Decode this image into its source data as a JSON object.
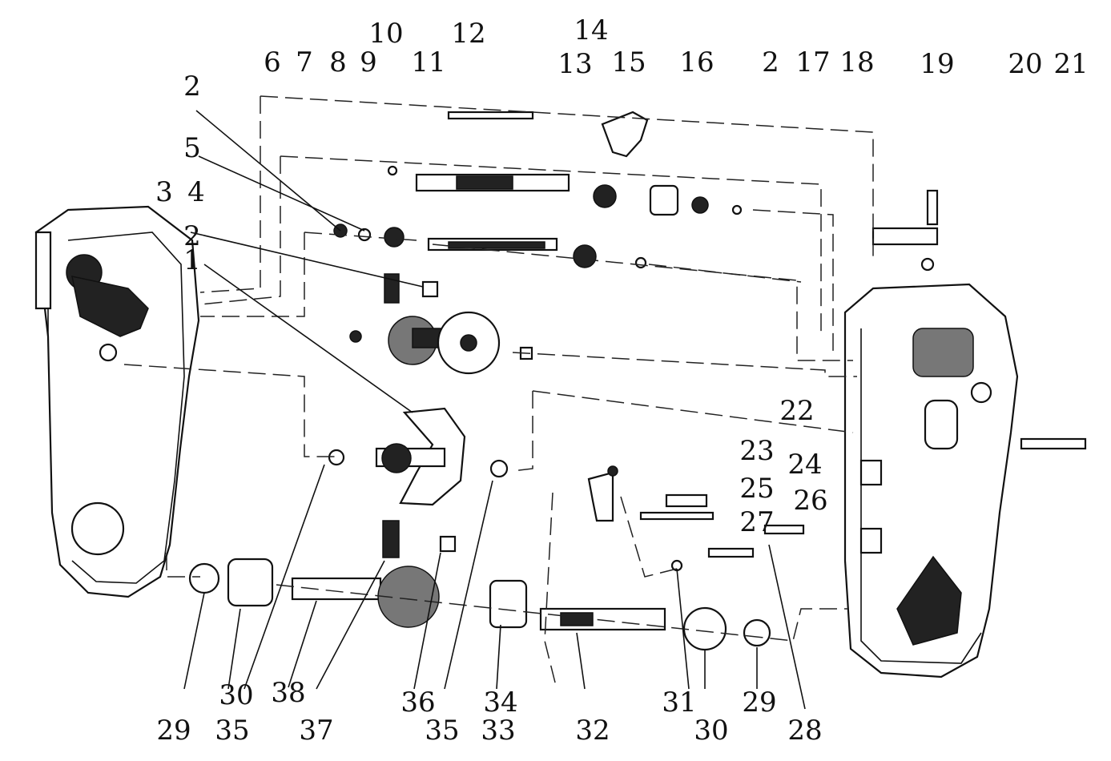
{
  "diagram": {
    "callouts": [
      "1",
      "2",
      "3",
      "4",
      "5",
      "6",
      "7",
      "8",
      "9",
      "10",
      "11",
      "12",
      "13",
      "14",
      "15",
      "16",
      "17",
      "18",
      "19",
      "20",
      "21",
      "22",
      "23",
      "24",
      "25",
      "26",
      "27",
      "28",
      "29",
      "30",
      "31",
      "32",
      "33",
      "34",
      "35",
      "36",
      "37",
      "38"
    ],
    "duplicate_callouts": [
      "2",
      "2",
      "2",
      "29",
      "30",
      "35"
    ]
  }
}
